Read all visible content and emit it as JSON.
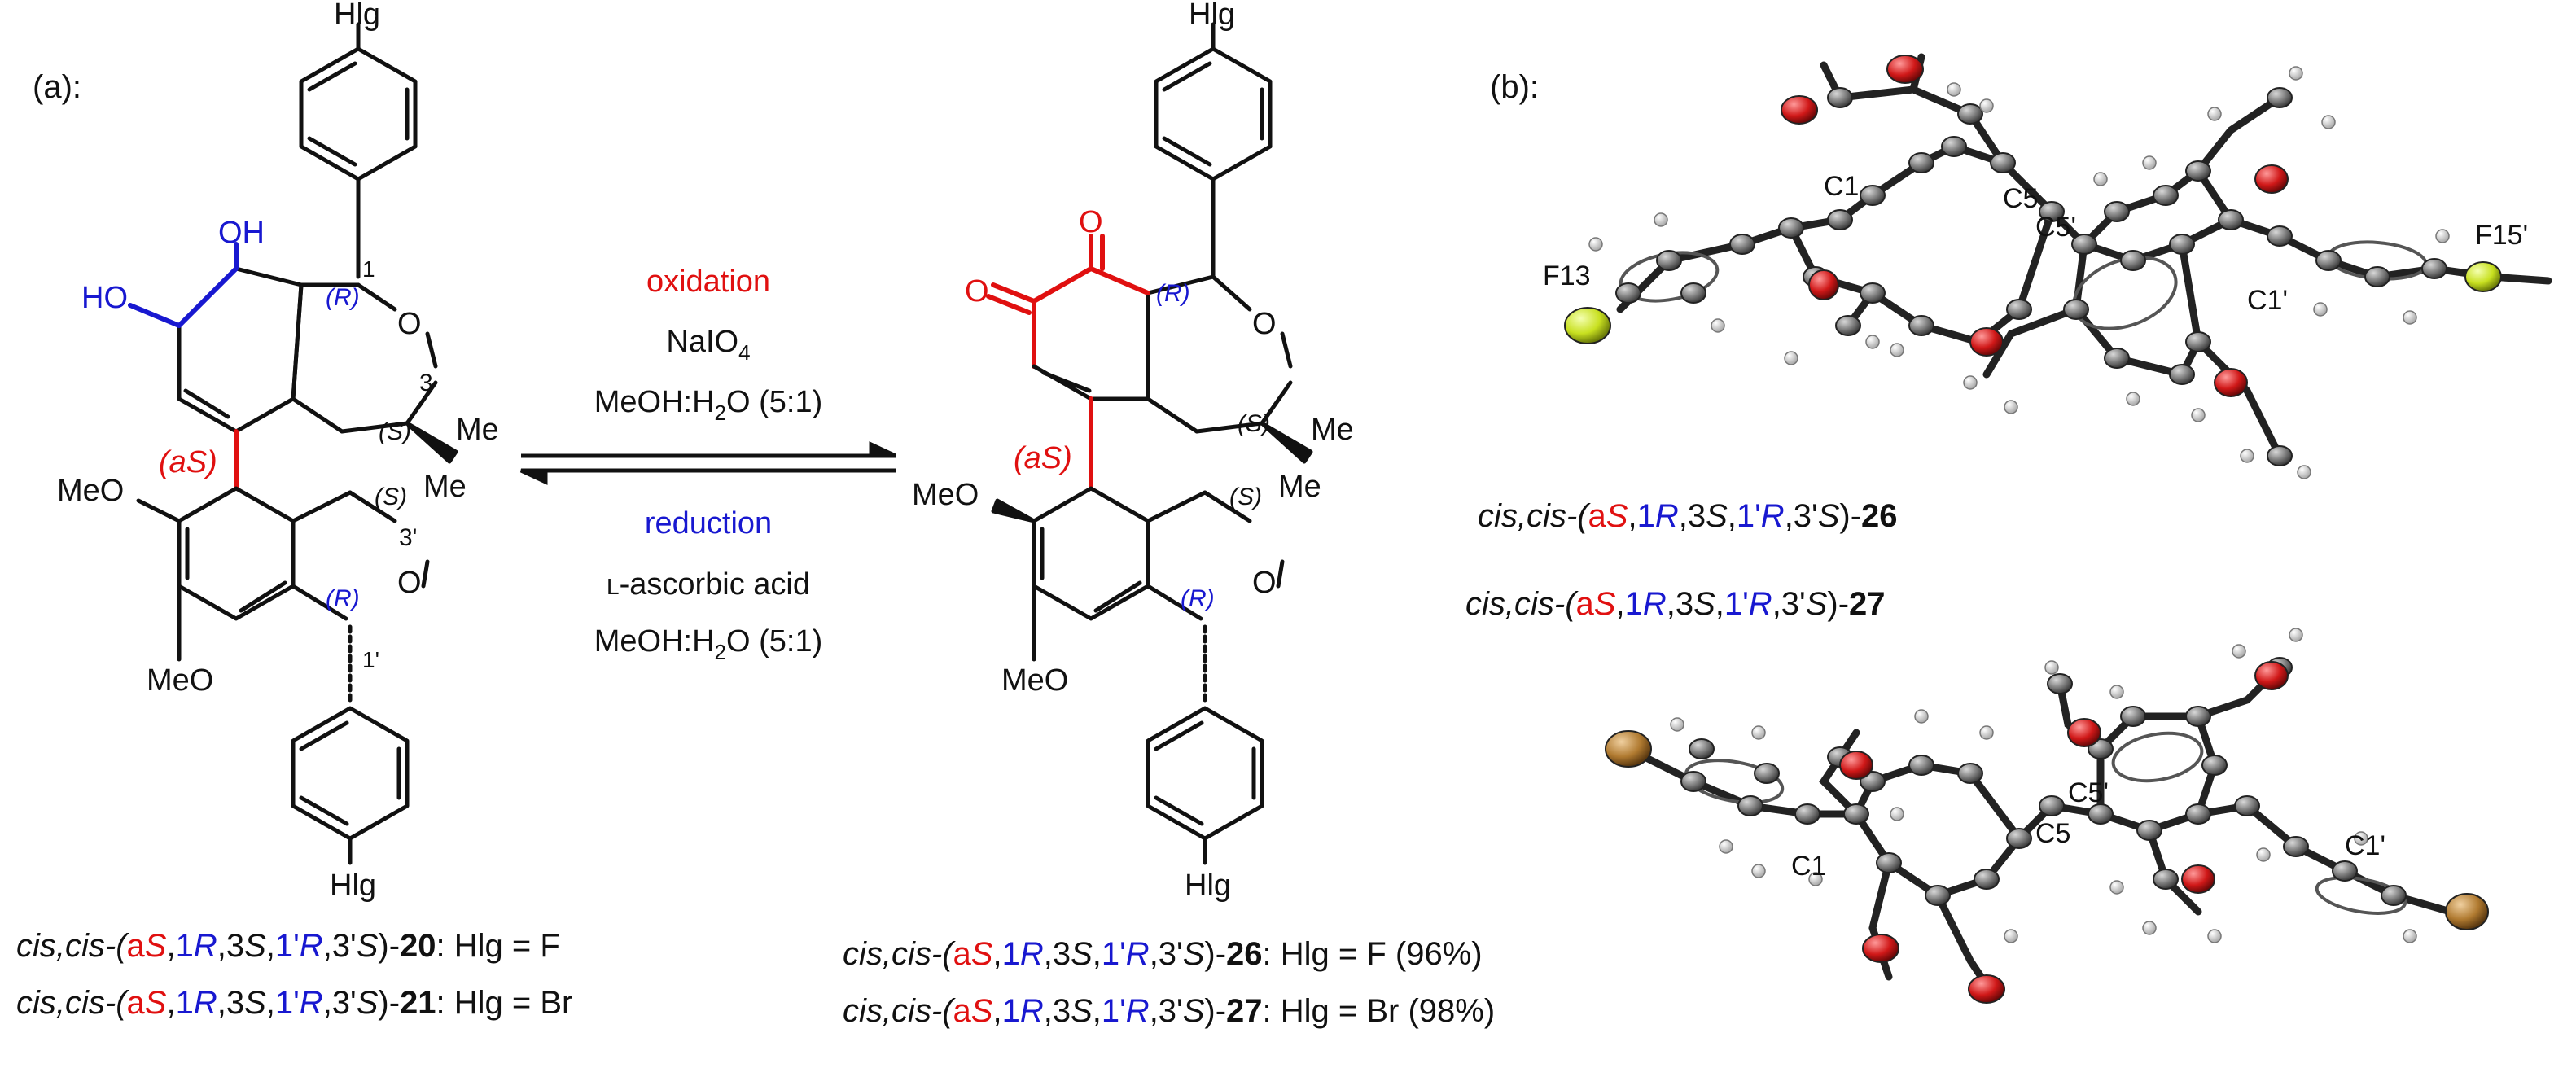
{
  "panel_labels": {
    "a": "(a):",
    "b": "(b):"
  },
  "substituents": {
    "hlg": "Hlg",
    "oh": "OH",
    "ho": "HO",
    "meo": "MeO",
    "me": "Me",
    "o": "O"
  },
  "stereo_labels": {
    "R": "(R)",
    "S": "(S)",
    "aS": "(aS)",
    "n1": "1",
    "n3": "3",
    "n3p": "3'",
    "n1p": "1'"
  },
  "arrows": {
    "top": {
      "reaction": "oxidation",
      "reagent": "NaIO4",
      "solvent": "MeOH:H2O (5:1)"
    },
    "bottom": {
      "reaction": "reduction",
      "reagent": "L-ascorbic acid",
      "solvent": "MeOH:H2O (5:1)"
    }
  },
  "captions": {
    "prefix": "cis,cis-(",
    "c20": "20",
    "c20_suffix": ": Hlg = F",
    "c21": "21",
    "c21_suffix": ": Hlg = Br",
    "c26": "26",
    "c26_suffix": ": Hlg = F (96%)",
    "c27": "27",
    "c27_suffix": ": Hlg = Br (98%)",
    "crystal_26": "26",
    "crystal_27": "27"
  },
  "crystal_labels": {
    "top": [
      "C1",
      "C5",
      "C5'",
      "C1'",
      "F13",
      "F15'"
    ],
    "bottom": [
      "C1",
      "C5",
      "C5'",
      "C1'"
    ]
  },
  "colors": {
    "ink": "#111111",
    "red": "#e01010",
    "blue": "#1818d0",
    "carbon": "#7a7a7a",
    "oxygen": "#d01818",
    "fluorine": "#c8e020",
    "bromine": "#b07a30",
    "hydrogen": "#e4e4e4"
  }
}
